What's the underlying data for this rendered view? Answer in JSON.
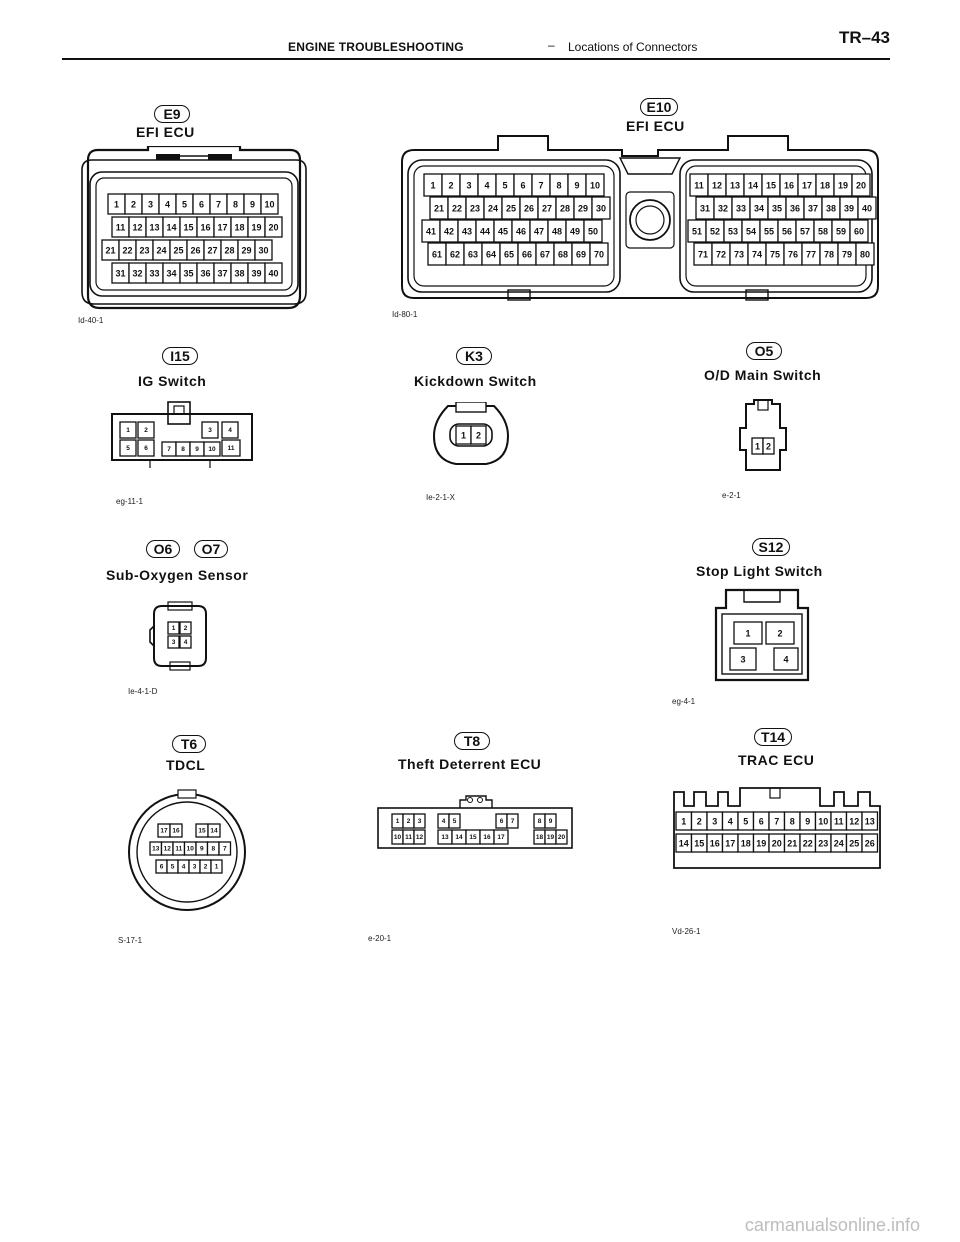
{
  "header": {
    "section": "ENGINE TROUBLESHOOTING",
    "separator": "–",
    "subsection": "Locations of Connectors",
    "page": "TR–43"
  },
  "connectors": {
    "e9": {
      "code": "E9",
      "title": "EFI ECU",
      "ref": "Id-40-1",
      "pins": [
        "1",
        "2",
        "3",
        "4",
        "5",
        "6",
        "7",
        "8",
        "9",
        "10",
        "11",
        "12",
        "13",
        "14",
        "15",
        "16",
        "17",
        "18",
        "19",
        "20",
        "21",
        "22",
        "23",
        "24",
        "25",
        "26",
        "27",
        "28",
        "29",
        "30",
        "31",
        "32",
        "33",
        "34",
        "35",
        "36",
        "37",
        "38",
        "39",
        "40"
      ]
    },
    "e10": {
      "code": "E10",
      "title": "EFI ECU",
      "ref": "Id-80-1",
      "pins": [
        "1",
        "2",
        "3",
        "4",
        "5",
        "6",
        "7",
        "8",
        "9",
        "10",
        "11",
        "12",
        "13",
        "14",
        "15",
        "16",
        "17",
        "18",
        "19",
        "20",
        "21",
        "22",
        "23",
        "24",
        "25",
        "26",
        "27",
        "28",
        "29",
        "30",
        "31",
        "32",
        "33",
        "34",
        "35",
        "36",
        "37",
        "38",
        "39",
        "40",
        "41",
        "42",
        "43",
        "44",
        "45",
        "46",
        "47",
        "48",
        "49",
        "50",
        "51",
        "52",
        "53",
        "54",
        "55",
        "56",
        "57",
        "58",
        "59",
        "60",
        "61",
        "62",
        "63",
        "64",
        "65",
        "66",
        "67",
        "68",
        "69",
        "70",
        "71",
        "72",
        "73",
        "74",
        "75",
        "76",
        "77",
        "78",
        "79",
        "80"
      ]
    },
    "i15": {
      "code": "I15",
      "title": "IG Switch",
      "ref": "eg-11-1",
      "pins": [
        "1",
        "2",
        "3",
        "4",
        "5",
        "6",
        "7",
        "8",
        "9",
        "10",
        "11"
      ]
    },
    "k3": {
      "code": "K3",
      "title": "Kickdown Switch",
      "ref": "Ie-2-1-X",
      "pins": [
        "1",
        "2"
      ]
    },
    "o5": {
      "code": "O5",
      "title": "O/D Main Switch",
      "ref": "e-2-1",
      "pins": [
        "1",
        "2"
      ]
    },
    "o6o7": {
      "code_a": "O6",
      "code_b": "O7",
      "title": "Sub-Oxygen Sensor",
      "ref": "Ie-4-1-D",
      "pins": [
        "1",
        "2",
        "3",
        "4"
      ]
    },
    "s12": {
      "code": "S12",
      "title": "Stop Light Switch",
      "ref": "eg-4-1",
      "pins": [
        "1",
        "2",
        "3",
        "4"
      ]
    },
    "t6": {
      "code": "T6",
      "title": "TDCL",
      "ref": "S-17-1",
      "pins": [
        "1",
        "2",
        "3",
        "4",
        "5",
        "6",
        "7",
        "8",
        "9",
        "10",
        "11",
        "12",
        "13",
        "14",
        "15",
        "16",
        "17"
      ]
    },
    "t8": {
      "code": "T8",
      "title": "Theft Deterrent ECU",
      "ref": "e-20-1",
      "pins": [
        "1",
        "2",
        "3",
        "4",
        "5",
        "6",
        "7",
        "8",
        "9",
        "10",
        "11",
        "12",
        "13",
        "14",
        "15",
        "16",
        "17",
        "18",
        "19",
        "20"
      ]
    },
    "t14": {
      "code": "T14",
      "title": "TRAC ECU",
      "ref": "Vd-26-1",
      "pins": [
        "1",
        "2",
        "3",
        "4",
        "5",
        "6",
        "7",
        "8",
        "9",
        "10",
        "11",
        "12",
        "13",
        "14",
        "15",
        "16",
        "17",
        "18",
        "19",
        "20",
        "21",
        "22",
        "23",
        "24",
        "25",
        "26"
      ]
    }
  },
  "footer": {
    "watermark": "carmanualsonline.info"
  }
}
